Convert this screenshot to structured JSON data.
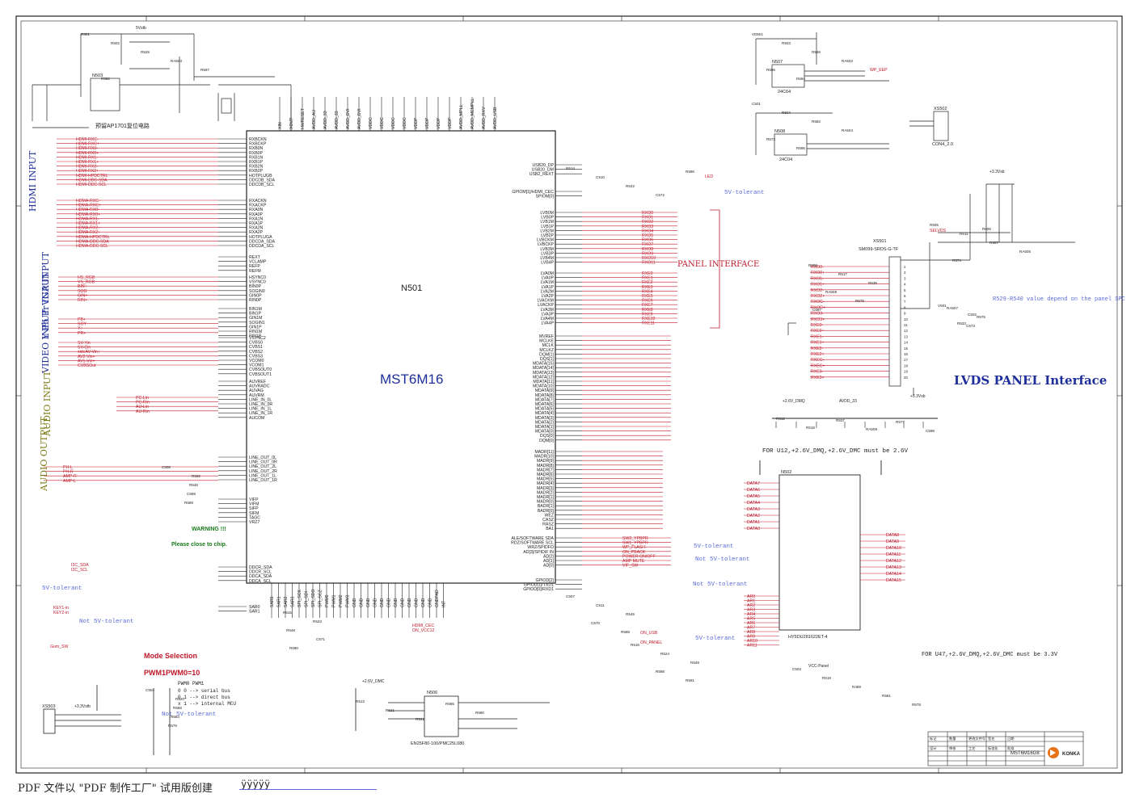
{
  "colors": {
    "frame": "#222222",
    "net": "#c0182a",
    "blue": "#1e2f9c",
    "gnd": "#3a3a3a",
    "olive": "#7b7a12",
    "green": "#197a1a",
    "note": "#5a6bd8"
  },
  "chip": {
    "ref": "N501",
    "name": "MST6M16"
  },
  "sections": {
    "hdmi": "HDMI INPUT",
    "vga": "VGA INPUT",
    "ypbpr": "Y Pb Pr INPUT",
    "video": "VIDEO INPUT",
    "audio_in": "AUDIO INPUT",
    "audio_out": "AUDIO OUTPUT",
    "panel": "PANEL INTERFACE",
    "lvds": "LVDS PANEL Interface"
  },
  "notes": {
    "reset": "预留AP1701复位电路",
    "v5_tol_1": "5V-tolerant",
    "v5_tol_2": "5V-tolerant",
    "v5_tol_3": "5V-tolerant",
    "v5_tol_4": "5V-tolerant",
    "not_v5_1": "Not 5V-tolerant",
    "not_v5_2": "Not 5V-tolerant",
    "not_v5_3": "Not 5V-tolerant",
    "not_v5_4": "Not 5V-tolerant",
    "mode": "Mode Selection",
    "pwm": "PWM1PWM0=10",
    "mode_hdr": "PWM0  PWM1",
    "mode_r1": "0    0  --> serial bus",
    "mode_r2": "0    1  --> direct bus",
    "mode_r3": "x    1  --> internal MCU",
    "warning": "WARNING !!!",
    "close": "Please close to chip.",
    "ddr_note_1": "FOR U12,+2.6V_DMQ,+2.6V_DMC must be 2.6V",
    "ddr_note_2": "FOR U47,+2.6V_DMQ,+2.6V_DMC must be 3.3V",
    "panel_value": "R529-R540 value depend on the panel SPC"
  },
  "refs": {
    "n503": "N503",
    "n507": "N507",
    "n508": "N508",
    "n502": "N502",
    "n506": "N506",
    "xs501": "XS501",
    "xs502": "XS502",
    "xs503": "XS503",
    "eeprom1": "24C64",
    "eeprom2": "24C04",
    "ddr": "HY5DU281622ET-4",
    "flash": "EN25F80-100/PMC25L080",
    "conn": "SM099-SRDS-G-TF",
    "con4": "CON4_2.0"
  },
  "pins": {
    "left_hdmi": [
      "RXBCKN",
      "RXBCKP",
      "RXB0N",
      "RXB0P",
      "RXB1N",
      "RXB1P",
      "RXB2N",
      "RXB2P",
      "HOTPLUGB",
      "DDCDB_SDA",
      "DDCDB_SCL"
    ],
    "left_hdmi_a": [
      "RXACKN",
      "RXACKP",
      "RXA0N",
      "RXA0P",
      "RXA1N",
      "RXA1P",
      "RXA2N",
      "RXA2P",
      "HOTPLUGA",
      "DDCDA_SDA",
      "DDCDA_SCL"
    ],
    "left_ref": [
      "REXT",
      "VCLAMP",
      "REFP",
      "REFM"
    ],
    "left_vga": [
      "HSYNC0",
      "VSYNC0",
      "BIN0P",
      "SOGIN0",
      "GIN0P",
      "RIN0P"
    ],
    "left_ypbpr": [
      "BIN1M",
      "BIN1P",
      "GIN1M",
      "SOGIN1",
      "GIN1P",
      "RIN1M",
      "RIN1P"
    ],
    "left_video": [
      "VSYNC2",
      "CVBS0",
      "CVBS1",
      "CVBS2",
      "CVBS3",
      "VCOM0",
      "VCOM1",
      "CVBSOUT0",
      "CVBSOUT1"
    ],
    "left_audio": [
      "AUVREF",
      "AUVRADC",
      "AUVAG",
      "AUVRM",
      "LINE_IN_0L",
      "LINE_IN_0R",
      "LINE_IN_1L",
      "LINE_IN_1R",
      "AUCOM"
    ],
    "left_aout": [
      "LINE_OUT_0L",
      "LINE_OUT_0R",
      "LINE_OUT_2L",
      "LINE_OUT_2R",
      "LINE_OUT_1L",
      "LINE_OUT_1R"
    ],
    "left_misc": [
      "VIFP",
      "VIFM",
      "SIFP",
      "SIFM",
      "TAGC",
      "VRZ7"
    ],
    "left_ddc": [
      "DDCR_SDA",
      "DDCR_SCL",
      "DDCA_SDA",
      "DDCA_SCL"
    ],
    "left_sar": [
      "SAR0",
      "SAR1"
    ],
    "right_usb": [
      "USB20_DP",
      "USB20_DM",
      "USB2_REXT"
    ],
    "right_gpio": [
      "GPIOM[1]/HDMI_CEC",
      "SPIOM[0]"
    ],
    "right_lvdsa": [
      "LVB0M",
      "LVB0P",
      "LVB1M",
      "LVB1P",
      "LVB2M",
      "LVB2P",
      "LVBCKM",
      "LVBCKP",
      "LVB3M",
      "LVB3P",
      "LVB4M",
      "LVB4P"
    ],
    "right_lvdsb": [
      "LVA0M",
      "LVA0P",
      "LVA1M",
      "LVA1P",
      "LVA2M",
      "LVA2P",
      "LVACKM",
      "LVACKP",
      "LVA3M",
      "LVA3P",
      "LVA4M",
      "LVA4P"
    ],
    "right_mem": [
      "MVREF",
      "MCLKE",
      "MCLK",
      "MCLKZ",
      "DQM[1]",
      "DQS[1]",
      "MDATA[15]",
      "MDATA[14]",
      "MDATA[13]",
      "MDATA[12]",
      "MDATA[11]",
      "MDATA[10]",
      "MDATA[9]",
      "MDATA[8]",
      "MDATA[7]",
      "MDATA[6]",
      "MDATA[5]",
      "MDATA[4]",
      "MDATA[3]",
      "MDATA[2]",
      "MDATA[1]",
      "MDATA[0]",
      "DQS[0]",
      "DQM[0]"
    ],
    "right_addr": [
      "MADR[11]",
      "MADR[10]",
      "MADR[9]",
      "MADR[8]",
      "MADR[7]",
      "MADR[6]",
      "MADR[5]",
      "MADR[4]",
      "MADR[3]",
      "MADR[2]",
      "MADR[1]",
      "MADR[0]",
      "BADR[1]",
      "BADR[0]",
      "WEZ",
      "CASZ",
      "RASZ",
      "BA1"
    ],
    "right_ctrl": [
      "ALE/SOFTWARE SDA",
      "RDZ/SOFTWARE SCL",
      "WRZ/SPIDFO",
      "AD[3]/SPIDIF IN",
      "AD[2]",
      "AD[1]",
      "AD[0]"
    ],
    "right_gpiod": [
      "GPIOD[2]",
      "GPIOD[1]/TXD1",
      "GPIOD[0]/RXD1"
    ],
    "top_pins": [
      "XIN",
      "XOUT",
      "HWRESET",
      "AVDD_AU",
      "AVDD_33",
      "AVDD_33",
      "AVDD_DVI",
      "AVDD_DVI",
      "VDDC",
      "VDDC",
      "VDDC",
      "VDDC",
      "VDDP",
      "VDDP",
      "VDDP",
      "VDDP",
      "AVDD_MPLL",
      "AVDD_MEMPLL",
      "AVDD_RXV",
      "AVDD_USB"
    ],
    "bottom_pins": [
      "SAR0",
      "SAR1",
      "SAR2",
      "SAR3",
      "SPI_SCK",
      "SPI_SDI",
      "SPI_SDO",
      "SPI_SCZ",
      "PWM0",
      "PWM1",
      "PWM2",
      "PWM3",
      "GND",
      "GND",
      "GND",
      "GND",
      "GND",
      "GND",
      "GND",
      "GND",
      "GND",
      "GND",
      "GND",
      "GND",
      "GNDPAD",
      "INT"
    ]
  },
  "nets": {
    "hdmi_b": [
      "HDMI-RXC-",
      "HDMI-RXC+",
      "HDMI-RX0-",
      "HDMI-RX0+",
      "HDMI-RX1-",
      "HDMI-RX1+",
      "HDMI-RX2-",
      "HDMI-RX2+",
      "HDMI-HPDCTRL",
      "HDMI-DDC-SDA",
      "HDMI-DDC-SCL"
    ],
    "hdmi_a": [
      "HDMA-RXC-",
      "HDMA-RXC+",
      "HDMA-RX0-",
      "HDMA-RX0+",
      "HDMA-RX1-",
      "HDMA-RX1+",
      "HDMA-RX2-",
      "HDMA-RX2+",
      "HDMA-HPDCTRL",
      "HDMA-DDC-SDA",
      "HDMA-DDC-SCL"
    ],
    "vga": [
      "HS_RGB",
      "VS_RGB",
      "BIN+",
      "SOG",
      "GIN+",
      "RIN+"
    ],
    "ypbpr": [
      "PB+",
      "SOY",
      "Y+",
      "PR+"
    ],
    "video": [
      "SV-Yin",
      "SV-Cin",
      "sideAV-Vin+",
      "AV2-Vin+",
      "AV1-Vin+",
      "CVBSOut"
    ],
    "audio_in": [
      "PC-Lin",
      "PC-Rin",
      "AU-Lin",
      "AU-Rin"
    ],
    "audio_out": [
      "PH-L",
      "PH-R",
      "AMP-R",
      "AMP-L"
    ],
    "ctrl": [
      "SW2_YPBPR",
      "SW1_YPBPR",
      "WP_FLASH",
      "ON_PBACK",
      "POWER ON/OFF",
      "AMP MUTE",
      "VIF_SW"
    ],
    "misc": [
      "I2C_SDA",
      "I2C_SCL",
      "KEY1-in",
      "KEY2-in",
      "Gum_SW",
      "LED",
      "SELVDS",
      "ON_USB",
      "ON_PANEL",
      "HDMI_CEC",
      "ON_VCC12",
      "WP_EEP"
    ],
    "lvds": [
      "RXO0-",
      "RXO0+",
      "RXO1-",
      "RXO1+",
      "RXO2-",
      "RXO2+",
      "RXOC-",
      "RXOC+",
      "RXO3-",
      "RXO3+",
      "RXE0-",
      "RXE0+",
      "RXE1-",
      "RXE1+",
      "RXE2-",
      "RXE2+",
      "RXEC-",
      "RXEC+",
      "RXE3-",
      "RXE3+"
    ],
    "data": [
      "DATA7",
      "DATA6",
      "DATA5",
      "DATA4",
      "DATA3",
      "DATA2",
      "DATA1",
      "DATA0",
      "DATA8",
      "DATA9",
      "DATA10",
      "DATA11",
      "DATA12",
      "DATA13",
      "DATA14",
      "DATA15"
    ],
    "addr": [
      "AR0",
      "AR1",
      "AR2",
      "AR3",
      "AR4",
      "AR5",
      "AR6",
      "AR7",
      "AR8",
      "AR9",
      "AR10",
      "AR11"
    ]
  },
  "components": [
    "R501",
    "VD501",
    "C501",
    "R505",
    "V501",
    "R508",
    "R512",
    "C503",
    "C504",
    "R513",
    "R514",
    "C507",
    "C508",
    "R515",
    "R516",
    "R502",
    "R503",
    "R504",
    "R511",
    "C502",
    "R517",
    "R518",
    "R519",
    "R520",
    "R521",
    "C510",
    "C511",
    "R522",
    "R523",
    "R524",
    "R525",
    "R526",
    "R582",
    "R587",
    "R533",
    "R535",
    "R537",
    "R469",
    "R558",
    "R541",
    "R542",
    "R545",
    "R546",
    "R548",
    "R549",
    "RA503",
    "RA502",
    "RA504",
    "RA505",
    "RA507",
    "RA508",
    "RA509",
    "R581",
    "R584",
    "R585",
    "C572",
    "C570",
    "C569",
    "C571",
    "R598",
    "R597",
    "R596",
    "R573",
    "R574",
    "R575",
    "R576",
    "R577",
    "R578",
    "R579",
    "R580",
    "R586",
    "R588",
    "R589",
    "R590",
    "R591",
    "R592",
    "R594",
    "R595",
    "R600",
    "C573",
    "C597",
    "C598"
  ],
  "voltages": [
    "5Vstb",
    "+3.3Vstb",
    "+2.6V_DMC",
    "+2.6V_DMQ",
    "AVDD_33",
    "VCC-Panel",
    "+3.3Vsb"
  ],
  "title_block": {
    "board": "MST6M16G8",
    "company": "KONKA",
    "rows": [
      "标记",
      "数量",
      "更改文件号",
      "签名",
      "日期",
      "设计",
      "审核",
      "工艺",
      "标准化",
      "批准"
    ]
  },
  "footer": {
    "text": "PDF 文件以 \"PDF 制作工厂\" 试用版创建",
    "mark": "ÿÿÿÿÿ"
  }
}
